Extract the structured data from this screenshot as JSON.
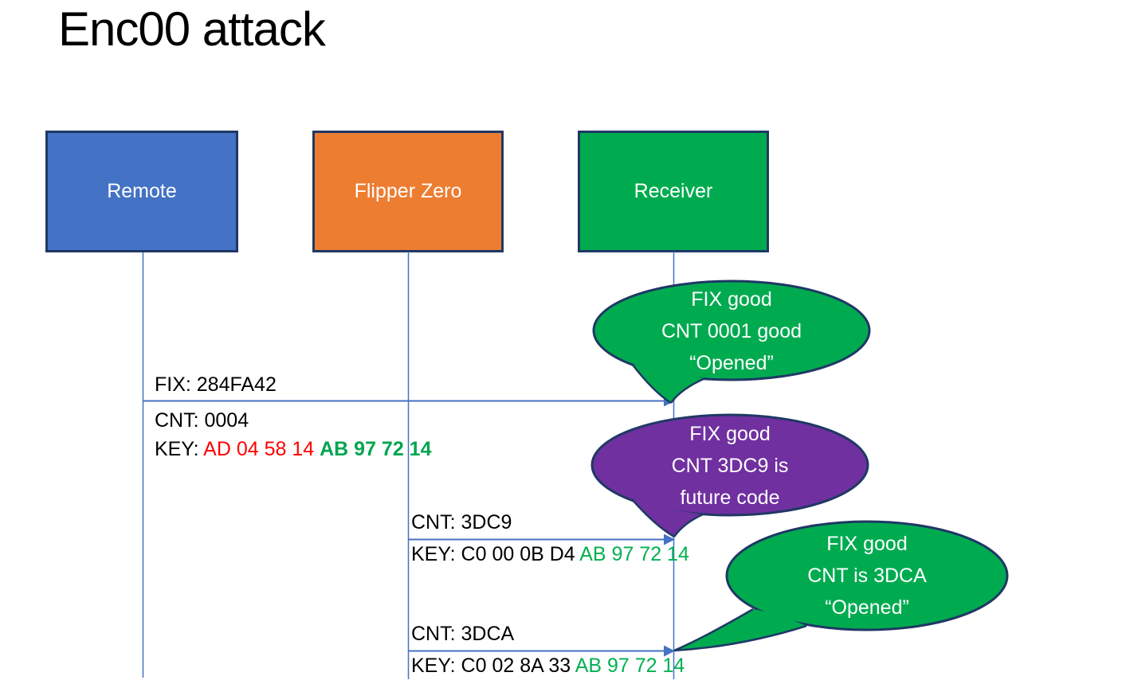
{
  "title": "Enc00 attack",
  "colors": {
    "blue": "#4472C4",
    "orange": "#ED7D31",
    "green": "#00AB50",
    "purple": "#7030A0",
    "border": "#1F3864",
    "line": "#4472C4",
    "key_red": "#FF0000",
    "key_green": "#00B050",
    "text_dark": "#000000",
    "text_light": "#FFFFFF"
  },
  "actors": {
    "remote": "Remote",
    "flipper": "Flipper Zero",
    "receiver": "Receiver"
  },
  "messages": {
    "m1": {
      "fix": "FIX: 284FA42",
      "cnt": "CNT: 0004",
      "key_prefix": "KEY: ",
      "key_red": "AD 04 58 14 ",
      "key_green": "AB 97 72 14"
    },
    "m2": {
      "cnt": "CNT: 3DC9",
      "key_black": "KEY: C0 00 0B D4 ",
      "key_green": "AB 97 72 14"
    },
    "m3": {
      "cnt": "CNT: 3DCA",
      "key_black": "KEY: C0 02 8A 33 ",
      "key_green": "AB 97 72 14"
    }
  },
  "bubbles": {
    "b1": {
      "l1": "FIX good",
      "l2": "CNT 0001 good",
      "l3": "“Opened”"
    },
    "b2": {
      "l1": "FIX good",
      "l2": "CNT 3DC9 is",
      "l3": "future code"
    },
    "b3": {
      "l1": "FIX good",
      "l2": "CNT is 3DCA",
      "l3": "“Opened”"
    }
  }
}
